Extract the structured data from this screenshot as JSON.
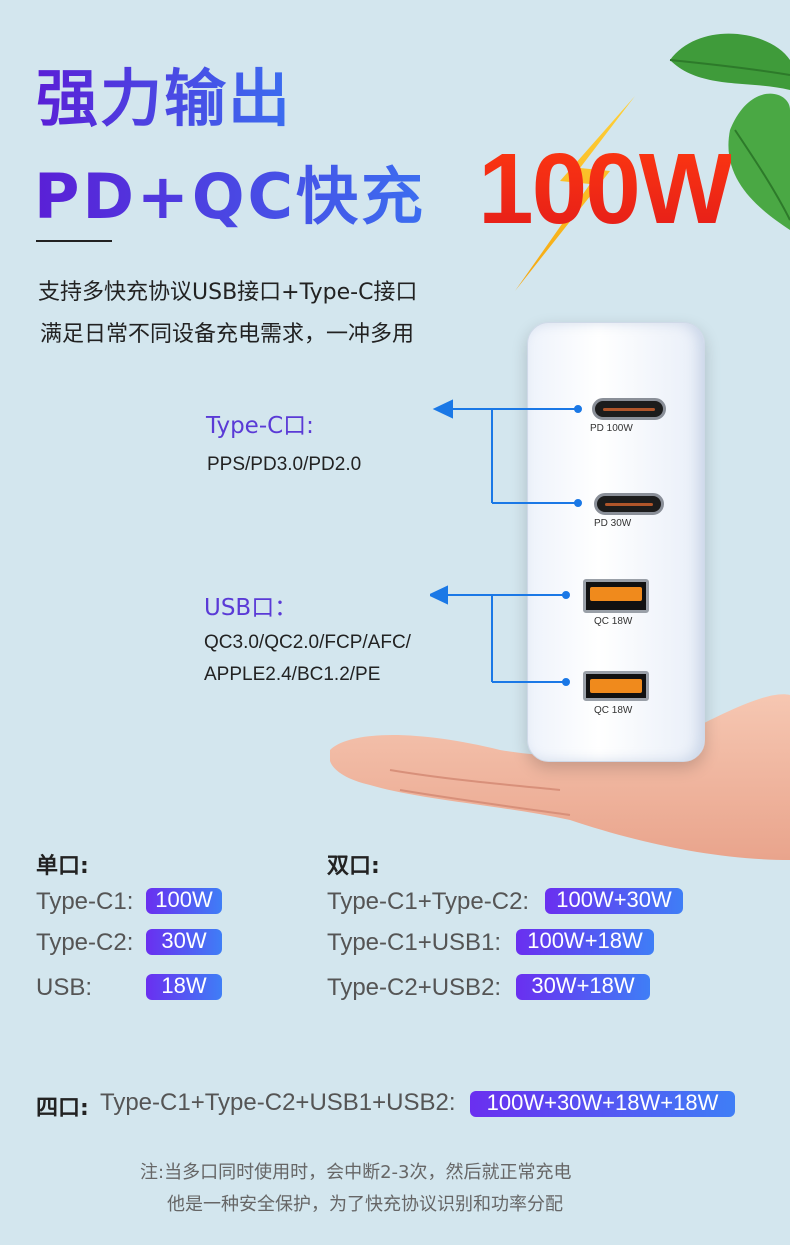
{
  "headline": {
    "line1": "强力输出",
    "line2": "PD+QC快充",
    "power": "100W"
  },
  "description": {
    "line1": "支持多快充协议USB接口+Type-C接口",
    "line2": "满足日常不同设备充电需求，一冲多用"
  },
  "charger": {
    "ports": [
      {
        "label": "PD 100W"
      },
      {
        "label": "PD 30W"
      },
      {
        "label": "QC 18W"
      },
      {
        "label": "QC 18W"
      }
    ]
  },
  "typec_info": {
    "title": "Type-C口:",
    "protocols": "PPS/PD3.0/PD2.0"
  },
  "usb_info": {
    "title": "USB口：",
    "protocols_line1": "QC3.0/QC2.0/FCP/AFC/",
    "protocols_line2": "APPLE2.4/BC1.2/PE"
  },
  "single_port": {
    "title": "单口:",
    "rows": [
      {
        "label": "Type-C1:",
        "value": "100W"
      },
      {
        "label": "Type-C2:",
        "value": "30W"
      },
      {
        "label": "USB:",
        "value": "18W"
      }
    ]
  },
  "dual_port": {
    "title": "双口:",
    "rows": [
      {
        "label": "Type-C1+Type-C2:",
        "value": "100W+30W"
      },
      {
        "label": "Type-C1+USB1:",
        "value": "100W+18W"
      },
      {
        "label": "Type-C2+USB2:",
        "value": "30W+18W"
      }
    ]
  },
  "quad_port": {
    "title": "四口:",
    "label": "Type-C1+Type-C2+USB1+USB2:",
    "value": "100W+30W+18W+18W"
  },
  "note": {
    "line1": "注:当多口同时使用时，会中断2-3次，然后就正常充电",
    "line2": "他是一种安全保护，为了快充协议识别和功率分配"
  },
  "colors": {
    "background": "#d3e6ee",
    "accent_purple": "#5a1fd6",
    "accent_blue": "#3b6ef0",
    "power_red": "#e21a1a",
    "arrow_blue": "#1a78e6"
  }
}
